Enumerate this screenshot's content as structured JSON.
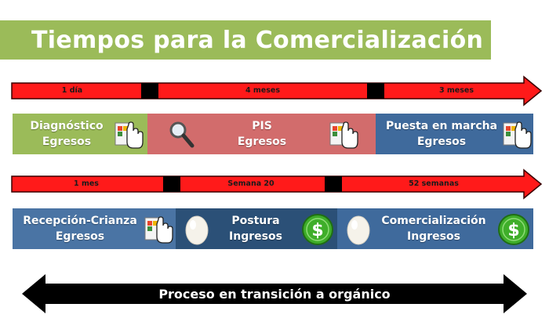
{
  "title": "Tiempos para la Comercialización",
  "timeline_1": {
    "segments": [
      "1 día",
      "4 meses",
      "3 meses"
    ]
  },
  "phases_1": [
    {
      "name": "Diagnóstico",
      "type": "Egresos"
    },
    {
      "name": "PIS",
      "type": "Egresos"
    },
    {
      "name": "Puesta en marcha",
      "type": "Egresos"
    }
  ],
  "timeline_2": {
    "segments": [
      "1 mes",
      "Semana 20",
      "52 semanas"
    ]
  },
  "phases_2": [
    {
      "name": "Recepción-Crianza",
      "type": "Egresos"
    },
    {
      "name": "Postura",
      "type": "Ingresos"
    },
    {
      "name": "Comercialización",
      "type": "Ingresos"
    }
  ],
  "bottom_arrow": "Proceso en transición a orgánico",
  "colors": {
    "title_green": "#9bbb59",
    "arrow_red": "#ff0000",
    "box_green": "#9bbb59",
    "box_red": "#d26c6c",
    "box_blue": "#3f6a9c"
  },
  "icons": [
    "hand-card-icon",
    "magnifier-icon",
    "egg-icon",
    "dollar-coin-icon"
  ]
}
